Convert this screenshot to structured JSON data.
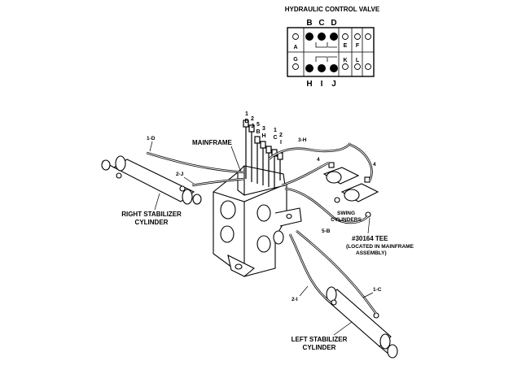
{
  "valve": {
    "title": "HYDRAULIC CONTROL VALVE",
    "top_letters": [
      "B",
      "C",
      "D"
    ],
    "bottom_letters": [
      "H",
      "I",
      "J"
    ],
    "left_top": "A",
    "left_bottom": "G",
    "right_top": [
      "E",
      "F"
    ],
    "right_bottom": [
      "K",
      "L"
    ]
  },
  "labels": {
    "mainframe": "MAINFRAME",
    "right_cyl_1": "RIGHT STABILIZER",
    "right_cyl_2": "CYLINDER",
    "left_cyl_1": "LEFT STABILIZER",
    "left_cyl_2": "CYLINDER",
    "swing_1": "SWING",
    "swing_2": "CYLINDERS",
    "tee_1": "#30164 TEE",
    "tee_2": "(LOCATED IN MAINFRAME",
    "tee_3": "ASSEMBLY)",
    "hose_1d": "1-D",
    "hose_2j": "2-J",
    "hose_3h": "3-H",
    "hose_4a": "4",
    "hose_4b": "4",
    "hose_5b": "5-B",
    "hose_2i": "2-I",
    "hose_1c": "1-C"
  },
  "port_stack": {
    "row1": [
      "1",
      "",
      "",
      "",
      "",
      ""
    ],
    "row2": [
      "D",
      "2",
      "",
      "",
      "",
      ""
    ],
    "row3": [
      "",
      "J",
      "5",
      "",
      "",
      ""
    ],
    "row4": [
      "",
      "",
      "B",
      "3",
      "",
      ""
    ],
    "row5": [
      "",
      "",
      "",
      "H",
      "1",
      ""
    ],
    "row6": [
      "",
      "",
      "",
      "",
      "C",
      "2"
    ],
    "row7": [
      "",
      "",
      "",
      "",
      "",
      "I"
    ]
  }
}
